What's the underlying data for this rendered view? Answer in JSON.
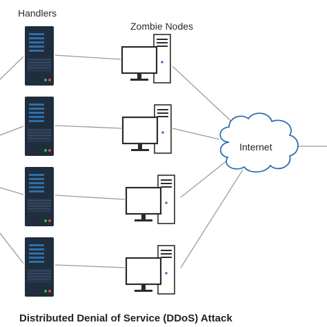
{
  "labels": {
    "handlers": "Handlers",
    "zombie_nodes": "Zombie Nodes",
    "internet": "Internet",
    "caption": "Distributed Denial of Service (DDoS) Attack"
  },
  "colors": {
    "server_body": "#1f2d3d",
    "server_slot": "#2f6fa8",
    "server_led_green": "#3bb54a",
    "server_led_red": "#e04a3a",
    "monitor_screen": "#ffffff",
    "monitor_frame": "#2a2a2a",
    "tower_body": "#ffffff",
    "tower_accent": "#3a78c0",
    "link_line": "#9a9a9a",
    "cloud_outline": "#2e6db0",
    "cloud_fill": "#ffffff"
  },
  "icons": {
    "handler": "server-rack-icon",
    "zombie": "desktop-computer-icon",
    "internet": "cloud-icon"
  },
  "handlers_count": 4,
  "zombies_count": 4
}
